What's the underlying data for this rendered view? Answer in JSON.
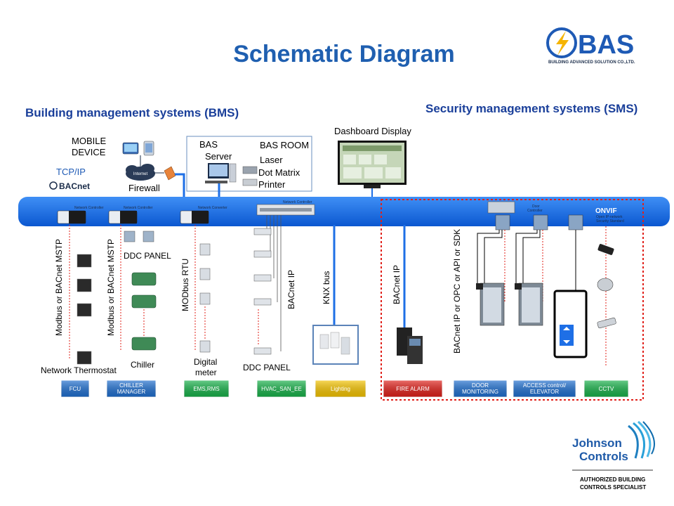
{
  "title": "Schematic Diagram",
  "logo": {
    "name": "BAS",
    "tagline": "BUILDING ADVANCED SOLUTION CO.,LTD."
  },
  "sections": {
    "bms": "Building management systems (BMS)",
    "sms": "Security management systems (SMS)"
  },
  "top": {
    "mobile_device": [
      "MOBILE",
      "DEVICE"
    ],
    "tcpip": "TCP/IP",
    "bacnet_logo": "BACnet",
    "internet": "Internet",
    "firewall": "Firewall",
    "bas_server": [
      "BAS",
      "Server"
    ],
    "bas_room": "BAS ROOM",
    "laser": "Laser",
    "dot_matrix": "Dot Matrix",
    "printer": "Printer",
    "dashboard": "Dashboard Display"
  },
  "bus_labels": {
    "network_controller": "Network Controller",
    "network_converter": "Network Converter",
    "door_controller": [
      "Door",
      "Controller"
    ],
    "onvif": "ONVIF",
    "onvif_sub": [
      "Open IP-network",
      "Security Standard"
    ]
  },
  "vertical_labels": {
    "fcu_protocol": "Modbus or BACnet MSTP",
    "chiller_protocol": "Modbus or BACnet MSTP",
    "meter_protocol": "MODbus RTU",
    "hvac_protocol": "BACnet IP",
    "lighting_protocol": "KNX bus",
    "fire_protocol": "BACnet IP",
    "door_protocol": "BACnet IP or OPC or API or SDK"
  },
  "device_labels": {
    "ddc_panel_top": "DDC PANEL",
    "network_thermostat": "Network Thermostat",
    "chiller": "Chiller",
    "digital_meter": [
      "Digital",
      "meter"
    ],
    "ddc_panel_bottom": "DDC PANEL"
  },
  "systems": [
    {
      "label": "FCU",
      "color": "#1f6fd0"
    },
    {
      "label": "CHILLER MANAGER",
      "color": "#1f6fd0"
    },
    {
      "label": "EMS,RMS",
      "color": "#18b24a"
    },
    {
      "label": "HVAC_SAN_EE",
      "color": "#18b24a"
    },
    {
      "label": "Lighting",
      "color": "#f5c400"
    },
    {
      "label": "FIRE ALARM",
      "color": "#e0201a"
    },
    {
      "label": "DOOR MONITORING",
      "color": "#1f6fd0"
    },
    {
      "label": "ACCESS control/ ELEVATOR",
      "color": "#1f6fd0"
    },
    {
      "label": "CCTV",
      "color": "#18b24a"
    }
  ],
  "partner": {
    "name_line1": "Johnson",
    "name_line2": "Controls",
    "authorized": [
      "AUTHORIZED BUILDING",
      "CONTROLS SPECIALIST"
    ]
  },
  "colors": {
    "bus": "#1e6fe6",
    "title": "#1f5fb0",
    "section": "#1a3f9a",
    "sms_border": "#e0201a",
    "dashed_line": "#e0201a"
  }
}
